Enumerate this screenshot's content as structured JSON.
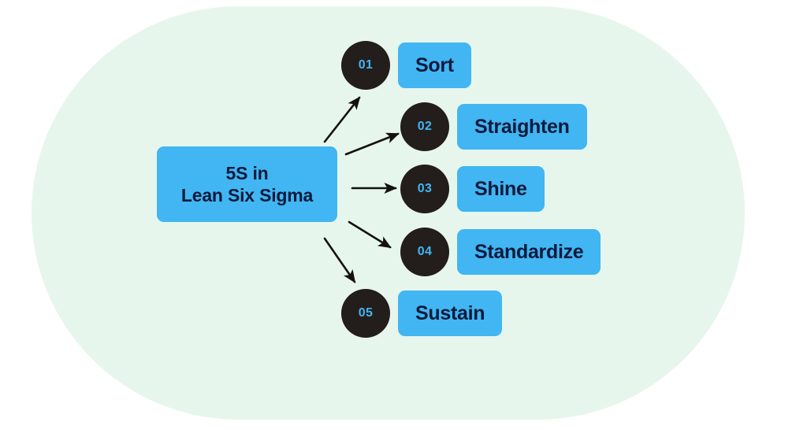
{
  "diagram": {
    "center": {
      "line1": "5S in",
      "line2": "Lean Six Sigma"
    },
    "steps": [
      {
        "number": "01",
        "label": "Sort"
      },
      {
        "number": "02",
        "label": "Straighten"
      },
      {
        "number": "03",
        "label": "Shine"
      },
      {
        "number": "04",
        "label": "Standardize"
      },
      {
        "number": "05",
        "label": "Sustain"
      }
    ],
    "colors": {
      "backdrop": "#e7f6ec",
      "accent_blue": "#41b6f2",
      "circle_dark": "#231d1c",
      "text_navy": "#0c1a3c",
      "arrow": "#14110f",
      "page": "#ffffff"
    }
  }
}
